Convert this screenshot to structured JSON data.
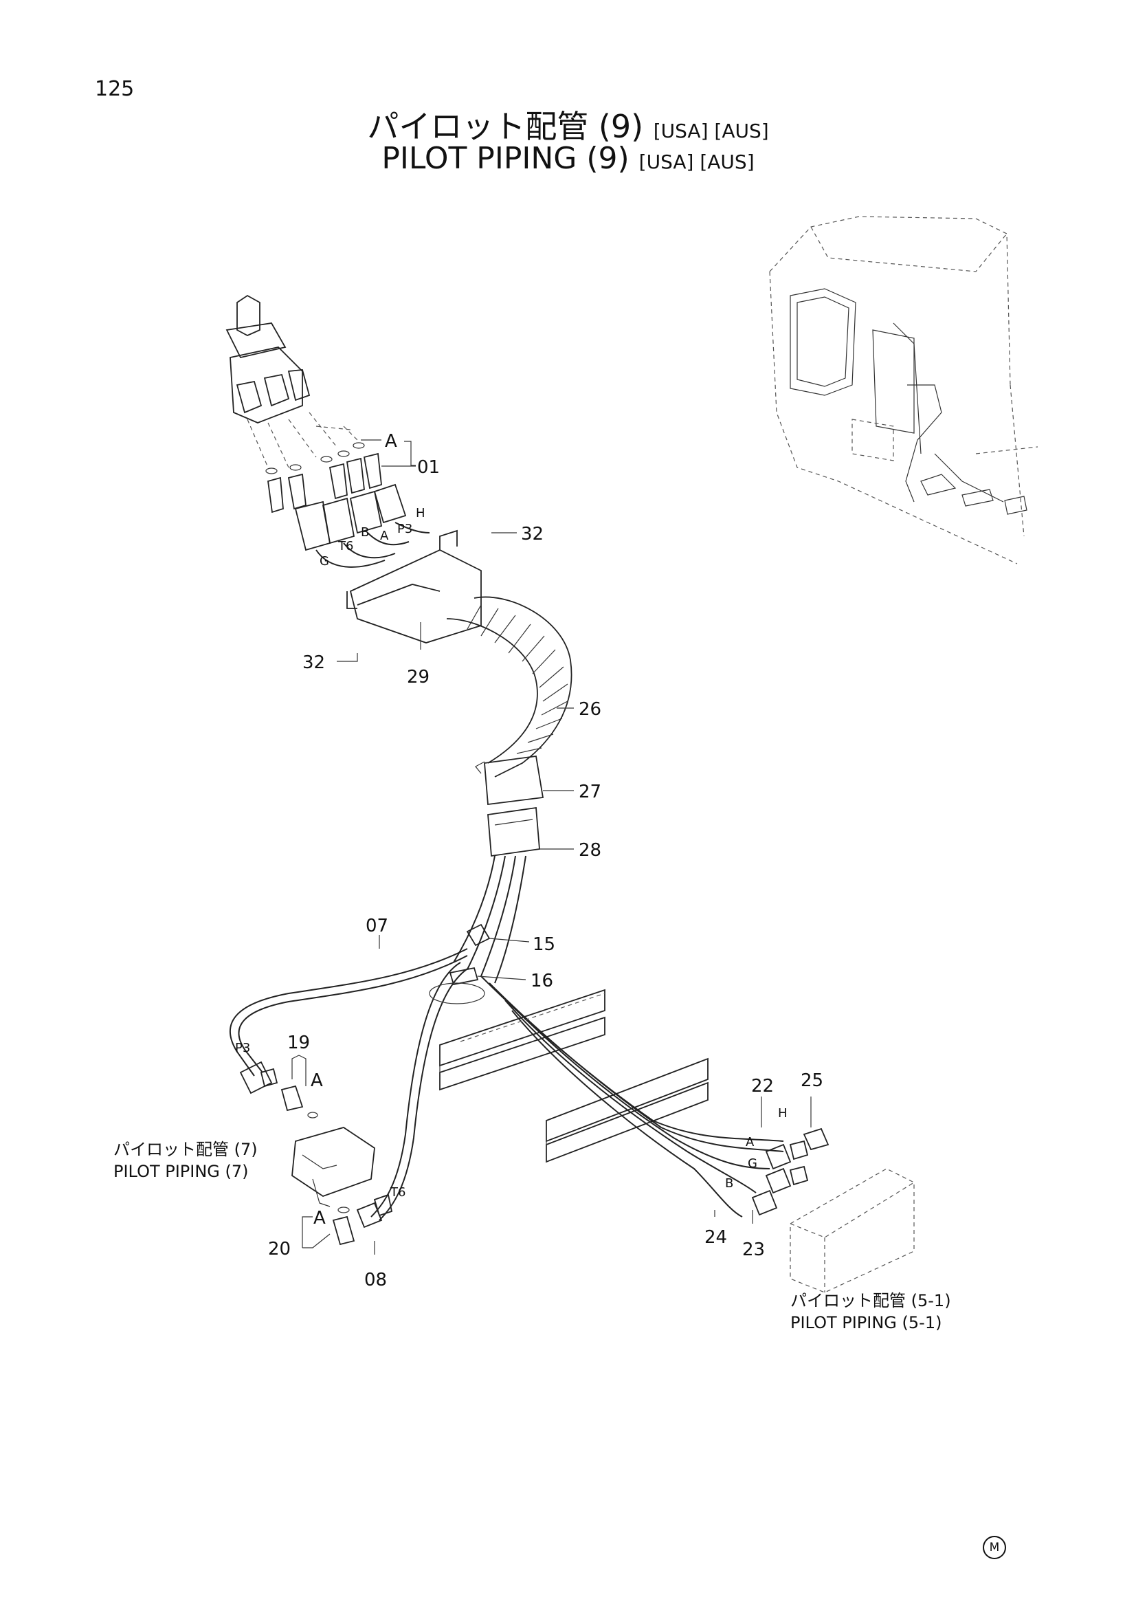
{
  "page_number": "125",
  "title": {
    "jp": "パイロット配管 (9)",
    "en": "PILOT PIPING (9)",
    "tags": "[USA] [AUS]"
  },
  "callouts": [
    "01",
    "32",
    "32",
    "29",
    "26",
    "27",
    "28",
    "15",
    "16",
    "07",
    "19",
    "20",
    "08",
    "22",
    "25",
    "24",
    "23"
  ],
  "port_labels": [
    "H",
    "P3",
    "B",
    "A",
    "T6",
    "G",
    "P3",
    "A",
    "A",
    "T6",
    "H",
    "A",
    "G",
    "B"
  ],
  "references": {
    "left": {
      "jp": "パイロット配管 (7)",
      "en": "PILOT PIPING (7)"
    },
    "right": {
      "jp": "パイロット配管 (5-1)",
      "en": "PILOT PIPING (5-1)"
    }
  },
  "corner_mark": "M"
}
